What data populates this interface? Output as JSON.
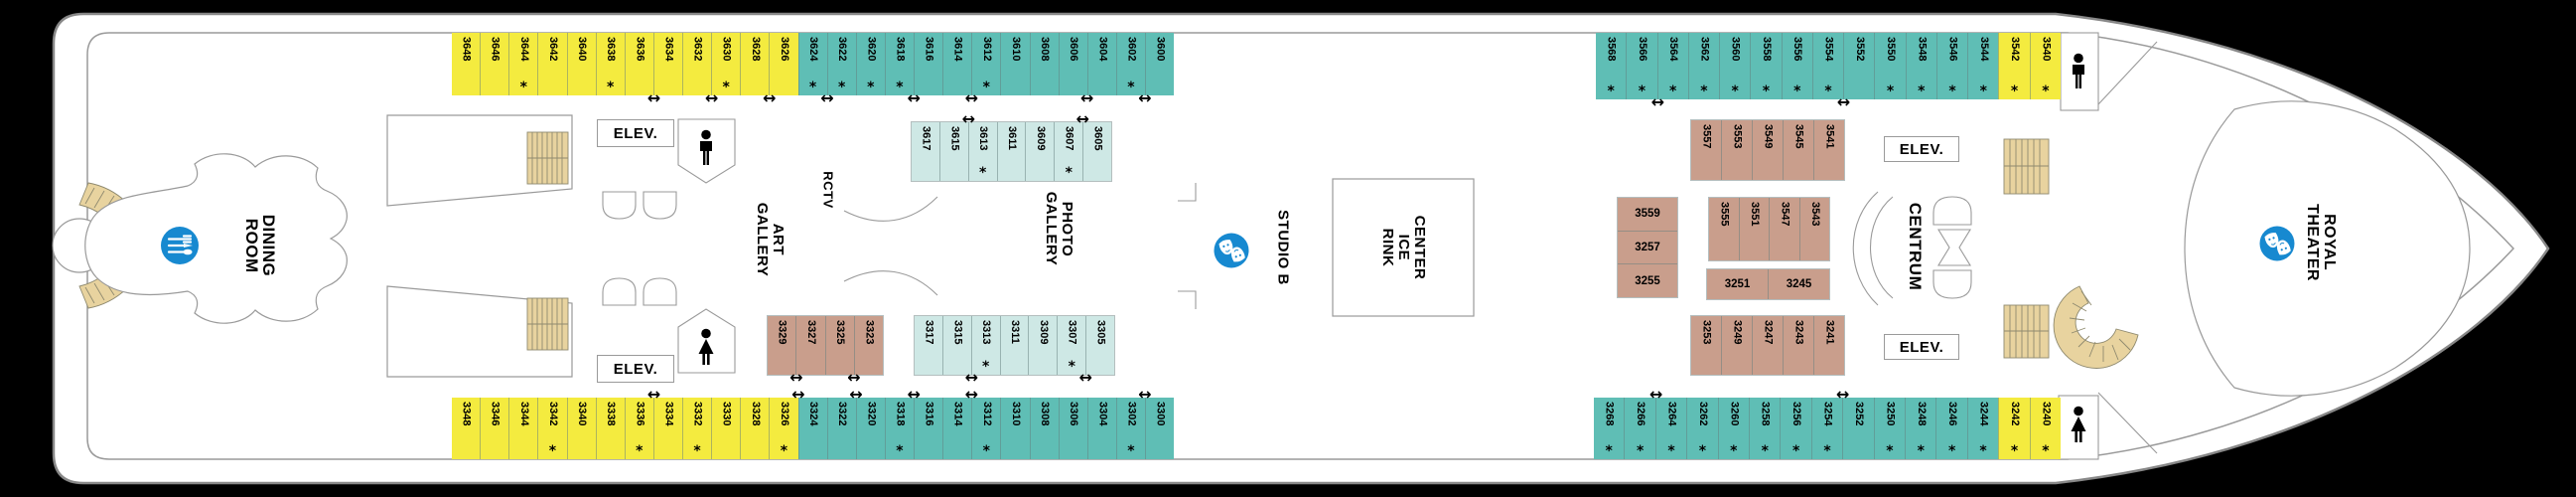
{
  "deck": {
    "labels": {
      "dining_room": "DINING\nROOM",
      "rctv": "RCTV",
      "art_gallery": "ART\nGALLERY",
      "photo_gallery": "PHOTO\nGALLERY",
      "studio_b": "STUDIO B",
      "center_ice_rink": "CENTER\nICE\nRINK",
      "centrum": "CENTRUM",
      "royal_theater": "ROYAL\nTHEATER",
      "elev": "ELEV."
    },
    "symbols": {
      "star": "*",
      "arrow": "↔"
    },
    "icons": {
      "dining": "fork-knife-spoon",
      "studio_b": "theater-masks",
      "royal_theater": "theater-masks",
      "restroom_male": "man-silhouette",
      "restroom_female": "woman-silhouette",
      "connecting": "double-arrow",
      "accessible": "asterisk"
    },
    "colors": {
      "yellow": "#F4EB3F",
      "teal": "#5FBEB5",
      "light": "#CEE8E5",
      "rose": "#C99E8C",
      "stair": "#E8D39F",
      "blue": "#1789D0"
    },
    "rows": {
      "port_aft_outer": {
        "cells": [
          {
            "n": "3648",
            "c": "y"
          },
          {
            "n": "3646",
            "c": "y"
          },
          {
            "n": "3644",
            "c": "y",
            "s": 1
          },
          {
            "n": "3642",
            "c": "y"
          },
          {
            "n": "3640",
            "c": "y"
          },
          {
            "n": "3638",
            "c": "y",
            "s": 1
          },
          {
            "n": "3636",
            "c": "y"
          },
          {
            "n": "3634",
            "c": "y"
          },
          {
            "n": "3632",
            "c": "y"
          },
          {
            "n": "3630",
            "c": "y",
            "s": 1
          },
          {
            "n": "3628",
            "c": "y"
          },
          {
            "n": "3626",
            "c": "y"
          },
          {
            "n": "3624",
            "c": "t",
            "s": 1
          },
          {
            "n": "3622",
            "c": "t",
            "s": 1
          },
          {
            "n": "3620",
            "c": "t",
            "s": 1
          },
          {
            "n": "3618",
            "c": "t",
            "s": 1
          },
          {
            "n": "3616",
            "c": "t"
          },
          {
            "n": "3614",
            "c": "t"
          },
          {
            "n": "3612",
            "c": "t",
            "s": 1
          },
          {
            "n": "3610",
            "c": "t"
          },
          {
            "n": "3608",
            "c": "t"
          },
          {
            "n": "3606",
            "c": "t"
          },
          {
            "n": "3604",
            "c": "t"
          },
          {
            "n": "3602",
            "c": "t",
            "s": 1
          },
          {
            "n": "3600",
            "c": "t"
          }
        ],
        "arrows_after": [
          6,
          8,
          10,
          12,
          15,
          17,
          21,
          23
        ]
      },
      "port_aft_inner": {
        "cells": [
          {
            "n": "3617",
            "c": "l"
          },
          {
            "n": "3615",
            "c": "l"
          },
          {
            "n": "3613",
            "c": "l",
            "s": 1
          },
          {
            "n": "3611",
            "c": "l"
          },
          {
            "n": "3609",
            "c": "l"
          },
          {
            "n": "3607",
            "c": "l",
            "s": 1
          },
          {
            "n": "3605",
            "c": "l"
          }
        ],
        "arrows_after": [
          1,
          5
        ]
      },
      "stbd_aft_inner_rose": {
        "cells": [
          {
            "n": "3329",
            "c": "r"
          },
          {
            "n": "3327",
            "c": "r"
          },
          {
            "n": "3325",
            "c": "r"
          },
          {
            "n": "3323",
            "c": "r"
          }
        ],
        "arrows_after": [
          0,
          2
        ]
      },
      "stbd_aft_inner_blue": {
        "cells": [
          {
            "n": "3317",
            "c": "l"
          },
          {
            "n": "3315",
            "c": "l"
          },
          {
            "n": "3313",
            "c": "l",
            "s": 1
          },
          {
            "n": "3311",
            "c": "l"
          },
          {
            "n": "3309",
            "c": "l"
          },
          {
            "n": "3307",
            "c": "l",
            "s": 1
          },
          {
            "n": "3305",
            "c": "l"
          }
        ],
        "arrows_after": [
          1,
          5
        ]
      },
      "stbd_aft_outer": {
        "cells": [
          {
            "n": "3348",
            "c": "y"
          },
          {
            "n": "3346",
            "c": "y"
          },
          {
            "n": "3344",
            "c": "y"
          },
          {
            "n": "3342",
            "c": "y",
            "s": 1
          },
          {
            "n": "3340",
            "c": "y"
          },
          {
            "n": "3338",
            "c": "y"
          },
          {
            "n": "3336",
            "c": "y",
            "s": 1
          },
          {
            "n": "3334",
            "c": "y"
          },
          {
            "n": "3332",
            "c": "y",
            "s": 1
          },
          {
            "n": "3330",
            "c": "y"
          },
          {
            "n": "3328",
            "c": "y"
          },
          {
            "n": "3326",
            "c": "y",
            "s": 1
          },
          {
            "n": "3324",
            "c": "t"
          },
          {
            "n": "3322",
            "c": "t"
          },
          {
            "n": "3320",
            "c": "t"
          },
          {
            "n": "3318",
            "c": "t",
            "s": 1
          },
          {
            "n": "3316",
            "c": "t"
          },
          {
            "n": "3314",
            "c": "t"
          },
          {
            "n": "3312",
            "c": "t",
            "s": 1
          },
          {
            "n": "3310",
            "c": "t"
          },
          {
            "n": "3308",
            "c": "t"
          },
          {
            "n": "3306",
            "c": "t"
          },
          {
            "n": "3304",
            "c": "t"
          },
          {
            "n": "3302",
            "c": "t",
            "s": 1
          },
          {
            "n": "3300",
            "c": "t"
          }
        ],
        "arrows_after": [
          6,
          11,
          13,
          15,
          17,
          23
        ]
      },
      "port_fwd_outer": {
        "cells": [
          {
            "n": "3568",
            "c": "t",
            "s": 1
          },
          {
            "n": "3566",
            "c": "t",
            "s": 1
          },
          {
            "n": "3564",
            "c": "t",
            "s": 1
          },
          {
            "n": "3562",
            "c": "t",
            "s": 1
          },
          {
            "n": "3560",
            "c": "t",
            "s": 1
          },
          {
            "n": "3558",
            "c": "t",
            "s": 1
          },
          {
            "n": "3556",
            "c": "t",
            "s": 1
          },
          {
            "n": "3554",
            "c": "t",
            "s": 1
          },
          {
            "n": "3552",
            "c": "t"
          },
          {
            "n": "3550",
            "c": "t",
            "s": 1
          },
          {
            "n": "3548",
            "c": "t",
            "s": 1
          },
          {
            "n": "3546",
            "c": "t",
            "s": 1
          },
          {
            "n": "3544",
            "c": "t",
            "s": 1
          },
          {
            "n": "3542",
            "c": "y",
            "s": 1
          },
          {
            "n": "3540",
            "c": "y",
            "s": 1
          }
        ],
        "arrows_after": [
          1,
          7
        ]
      },
      "stbd_fwd_outer": {
        "cells": [
          {
            "n": "3268",
            "c": "t",
            "s": 1
          },
          {
            "n": "3266",
            "c": "t",
            "s": 1
          },
          {
            "n": "3264",
            "c": "t",
            "s": 1
          },
          {
            "n": "3262",
            "c": "t",
            "s": 1
          },
          {
            "n": "3260",
            "c": "t",
            "s": 1
          },
          {
            "n": "3258",
            "c": "t",
            "s": 1
          },
          {
            "n": "3256",
            "c": "t",
            "s": 1
          },
          {
            "n": "3254",
            "c": "t",
            "s": 1
          },
          {
            "n": "3252",
            "c": "t"
          },
          {
            "n": "3250",
            "c": "t",
            "s": 1
          },
          {
            "n": "3248",
            "c": "t",
            "s": 1
          },
          {
            "n": "3246",
            "c": "t",
            "s": 1
          },
          {
            "n": "3244",
            "c": "t",
            "s": 1
          },
          {
            "n": "3242",
            "c": "y",
            "s": 1
          },
          {
            "n": "3240",
            "c": "y",
            "s": 1
          }
        ],
        "arrows_after": [
          1,
          7
        ]
      },
      "rose_fwd_top": {
        "cells": [
          {
            "n": "3557",
            "c": "r"
          },
          {
            "n": "3553",
            "c": "r"
          },
          {
            "n": "3549",
            "c": "r"
          },
          {
            "n": "3545",
            "c": "r"
          },
          {
            "n": "3541",
            "c": "r"
          }
        ]
      },
      "rose_left_col": {
        "cells": [
          {
            "n": "3559",
            "c": "r"
          },
          {
            "n": "3257",
            "c": "r"
          },
          {
            "n": "3255",
            "c": "r"
          }
        ]
      },
      "rose_mid": {
        "cells": [
          {
            "n": "3555",
            "c": "r"
          },
          {
            "n": "3551",
            "c": "r"
          },
          {
            "n": "3547",
            "c": "r"
          },
          {
            "n": "3543",
            "c": "r"
          }
        ]
      },
      "rose_low": {
        "cells": [
          {
            "n": "3251",
            "c": "r"
          },
          {
            "n": "3245",
            "c": "r"
          }
        ]
      },
      "rose_fwd_bottom": {
        "cells": [
          {
            "n": "3253",
            "c": "r"
          },
          {
            "n": "3249",
            "c": "r"
          },
          {
            "n": "3247",
            "c": "r"
          },
          {
            "n": "3243",
            "c": "r"
          },
          {
            "n": "3241",
            "c": "r"
          }
        ]
      }
    }
  }
}
